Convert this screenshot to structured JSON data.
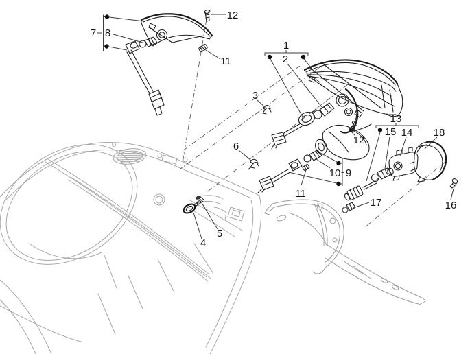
{
  "figure": {
    "kind": "exploded-parts-diagram",
    "subject": "scooter rear lights assembly",
    "background": "#ffffff",
    "colors": {
      "part_line": "#1f1f1f",
      "body_outline": "#a7a7a7",
      "bracket_outline": "#9b9b9b",
      "label_text": "#161616",
      "leader_line": "#3c3c3c"
    }
  },
  "callouts": [
    {
      "id": "tail-light-assembly",
      "label": "1"
    },
    {
      "id": "tail-light-bulb",
      "label": "2"
    },
    {
      "id": "cable-clip-upper",
      "label": "3"
    },
    {
      "id": "body-plug",
      "label": "4"
    },
    {
      "id": "body-plug-screw",
      "label": "5"
    },
    {
      "id": "cable-clip-lower",
      "label": "6"
    },
    {
      "id": "spoiler-light-assembly",
      "label": "7"
    },
    {
      "id": "spoiler-light-bulb",
      "label": "8"
    },
    {
      "id": "turn-signal-lamp",
      "label": "9"
    },
    {
      "id": "turn-signal-bulb",
      "label": "10"
    },
    {
      "id": "grommet-top",
      "label": "11"
    },
    {
      "id": "grommet-mid",
      "label": "11"
    },
    {
      "id": "screw-top",
      "label": "12"
    },
    {
      "id": "screw-mid",
      "label": "12"
    },
    {
      "id": "rear-indicator-assembly",
      "label": "13"
    },
    {
      "id": "rear-indicator-housing",
      "label": "14"
    },
    {
      "id": "rear-indicator-bulb",
      "label": "15"
    },
    {
      "id": "rear-indicator-screw",
      "label": "16"
    },
    {
      "id": "license-light-bulb",
      "label": "17"
    },
    {
      "id": "rear-indicator-lens",
      "label": "18"
    }
  ]
}
